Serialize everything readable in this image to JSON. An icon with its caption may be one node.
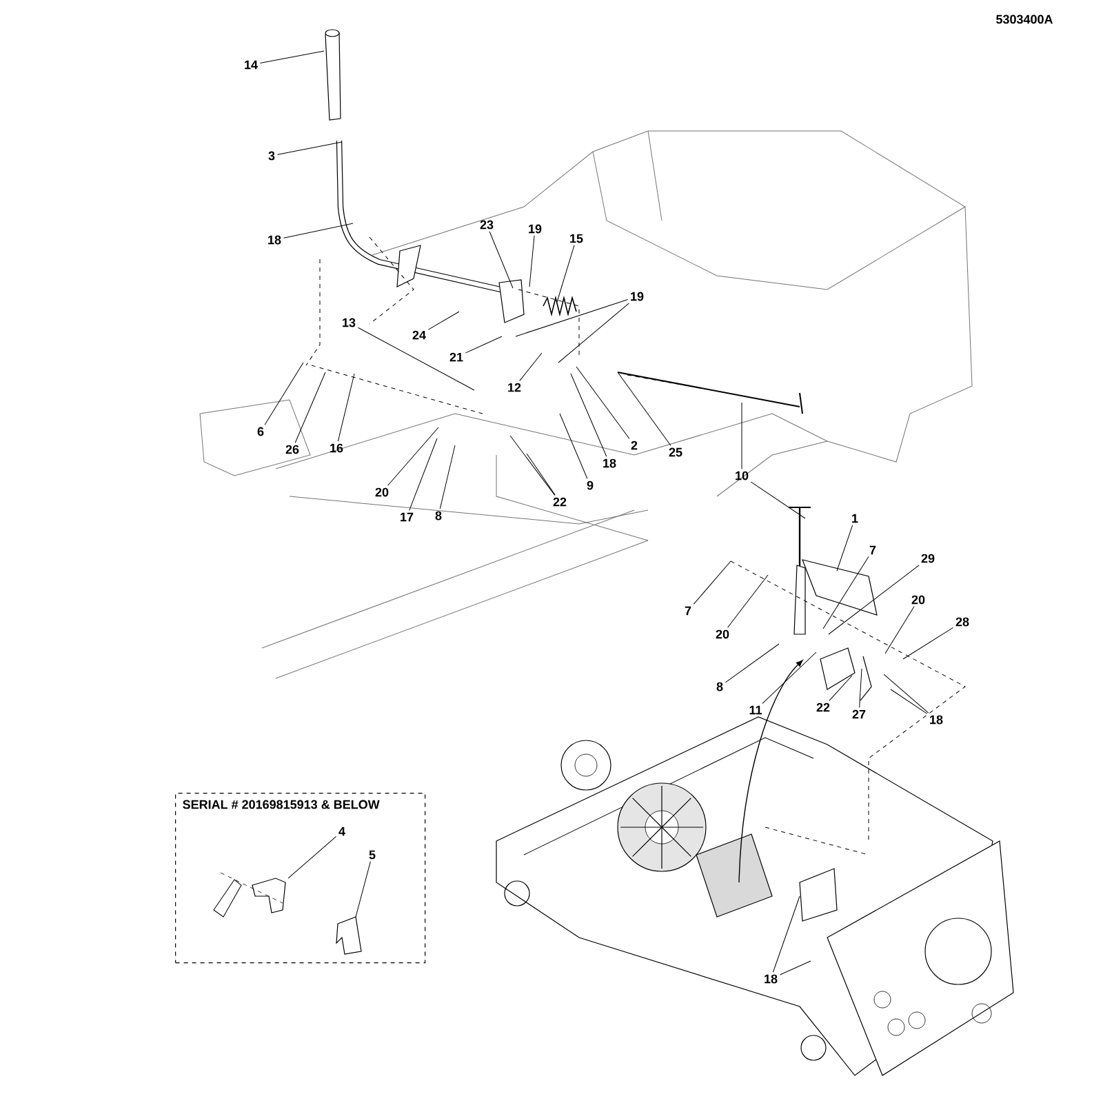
{
  "diagram": {
    "nodes": [
      {
        "text": [
          "14"
        ]
      },
      {
        "text": [
          "3"
        ]
      },
      {
        "text": [
          "18"
        ]
      },
      {
        "text": [
          "23"
        ]
      },
      {
        "text": [
          "19"
        ]
      },
      {
        "text": [
          "15"
        ]
      },
      {
        "text": [
          "19"
        ]
      },
      {
        "text": [
          "24"
        ]
      },
      {
        "text": [
          "21"
        ]
      },
      {
        "text": [
          "13"
        ]
      },
      {
        "text": [
          "12"
        ]
      },
      {
        "text": [
          "6"
        ]
      },
      {
        "text": [
          "26"
        ]
      },
      {
        "text": [
          "16"
        ]
      },
      {
        "text": [
          "18"
        ]
      },
      {
        "text": [
          "2"
        ]
      },
      {
        "text": [
          "25"
        ]
      },
      {
        "text": [
          "10"
        ]
      },
      {
        "text": [
          "20"
        ]
      },
      {
        "text": [
          "17"
        ]
      },
      {
        "text": [
          "8"
        ]
      },
      {
        "text": [
          "22"
        ]
      },
      {
        "text": [
          "9"
        ]
      },
      {
        "text": [
          "1"
        ]
      },
      {
        "text": [
          "7"
        ]
      },
      {
        "text": [
          "29"
        ]
      },
      {
        "text": [
          "7"
        ]
      },
      {
        "text": [
          "20"
        ]
      },
      {
        "text": [
          "8"
        ]
      },
      {
        "text": [
          "11"
        ]
      },
      {
        "text": [
          "22"
        ]
      },
      {
        "text": [
          "27"
        ]
      },
      {
        "text": [
          "20"
        ]
      },
      {
        "text": [
          "28"
        ]
      },
      {
        "text": [
          "18"
        ]
      },
      {
        "text": [
          "18"
        ]
      },
      {
        "text": [
          "SERIAL # 20169815913 & BELOW"
        ]
      },
      {
        "text": [
          "4"
        ],
        "in": 36
      },
      {
        "text": [
          "5"
        ],
        "in": 36
      }
    ],
    "edges": [
      {
        "from": 0,
        "to": null,
        "arrow": "none"
      },
      {
        "from": 1,
        "to": null,
        "arrow": "none"
      },
      {
        "from": 2,
        "to": null,
        "arrow": "none"
      },
      {
        "from": 3,
        "to": null,
        "arrow": "none"
      },
      {
        "from": 4,
        "to": null,
        "arrow": "none"
      },
      {
        "from": 5,
        "to": null,
        "arrow": "none"
      },
      {
        "from": 6,
        "to": null,
        "arrow": "none"
      },
      {
        "from": 6,
        "to": null,
        "arrow": "none"
      },
      {
        "from": 7,
        "to": null,
        "arrow": "none"
      },
      {
        "from": 8,
        "to": null,
        "arrow": "none"
      },
      {
        "from": 9,
        "to": null,
        "arrow": "none"
      },
      {
        "from": 10,
        "to": null,
        "arrow": "none"
      },
      {
        "from": 11,
        "to": null,
        "arrow": "none"
      },
      {
        "from": 12,
        "to": null,
        "arrow": "none"
      },
      {
        "from": 13,
        "to": null,
        "arrow": "none"
      },
      {
        "from": 14,
        "to": null,
        "arrow": "none"
      },
      {
        "from": 15,
        "to": null,
        "arrow": "none"
      },
      {
        "from": 16,
        "to": null,
        "arrow": "none"
      },
      {
        "from": 17,
        "to": null,
        "arrow": "none"
      },
      {
        "from": 17,
        "to": null,
        "arrow": "none"
      },
      {
        "from": 18,
        "to": null,
        "arrow": "none"
      },
      {
        "from": 19,
        "to": null,
        "arrow": "none"
      },
      {
        "from": 20,
        "to": null,
        "arrow": "none"
      },
      {
        "from": 21,
        "to": null,
        "arrow": "none"
      },
      {
        "from": 21,
        "to": null,
        "arrow": "none"
      },
      {
        "from": 22,
        "to": null,
        "arrow": "none"
      },
      {
        "from": 23,
        "to": null,
        "arrow": "none"
      },
      {
        "from": 24,
        "to": null,
        "arrow": "none"
      },
      {
        "from": 25,
        "to": null,
        "arrow": "none"
      },
      {
        "from": 26,
        "to": null,
        "arrow": "none"
      },
      {
        "from": 27,
        "to": null,
        "arrow": "none"
      },
      {
        "from": 28,
        "to": null,
        "arrow": "none"
      },
      {
        "from": 29,
        "to": null,
        "arrow": "none"
      },
      {
        "from": 30,
        "to": null,
        "arrow": "none"
      },
      {
        "from": 31,
        "to": null,
        "arrow": "none"
      },
      {
        "from": 32,
        "to": null,
        "arrow": "none"
      },
      {
        "from": 33,
        "to": null,
        "arrow": "none"
      },
      {
        "from": 34,
        "to": null,
        "arrow": "none"
      },
      {
        "from": 34,
        "to": null,
        "arrow": "none"
      },
      {
        "from": 35,
        "to": null,
        "arrow": "none"
      },
      {
        "from": 35,
        "to": null,
        "arrow": "none"
      },
      {
        "from": 37,
        "to": null,
        "arrow": "none"
      },
      {
        "from": 38,
        "to": null,
        "arrow": "none"
      }
    ],
    "labels": [
      "5303400A"
    ]
  }
}
